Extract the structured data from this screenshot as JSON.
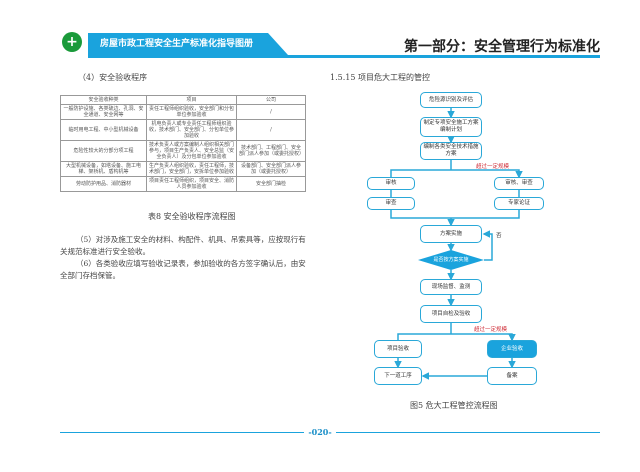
{
  "header": {
    "logo": "+",
    "banner_title": "房屋市政工程安全生产标准化指导图册",
    "part_title": "第一部分：安全管理行为标准化"
  },
  "left": {
    "section_title": "（4）安全验收程序",
    "table": {
      "headers": [
        "安全验收种类",
        "项目",
        "公司"
      ],
      "rows": [
        [
          "一般防护设施、各类硫边、孔洞、安全通道、安全网等",
          "责任工程师组织验收，安全部门和分包单位参加验收",
          "/"
        ],
        [
          "临时用电工程、中小型机械设备",
          "机电负责人或专业责任工程师组织验收，技术部门、安全部门、分包单位参加验收",
          "/"
        ],
        [
          "危险性较大的分部分项工程",
          "技术负责人或方案编制人组织相关部门参与，项目生产负责人、安全总监（安全负责人）及分包单位参加验收",
          "技术部门、工程部门、安全部门派人参加（或委托授权）"
        ],
        [
          "大型机械设备，如塔设备、施工电梯、架桥机、盾构机等",
          "生产负责人组织验收，责任工程师，技术部门，安全部门，安拆单位参加验收",
          "设备部门、安全部门派人参加（或委托授权）"
        ],
        [
          "劳动防护用品、消防器材",
          "项目责任工程师组织，项目安全、消防人员参加验收",
          "安全部门抽检"
        ]
      ]
    },
    "table_caption": "表8 安全验收程序流程图",
    "paragraphs": [
      "（5）对涉及施工安全的材料、构配件、机具、吊索具等，应按现行有关规范标准进行安全验收。",
      "（6）各类验收应填写验收记录表，参加验收的各方签字确认后，由安全部门存档保管。"
    ]
  },
  "right": {
    "section_title": "1.5.15 项目危大工程的管控",
    "flow": {
      "n1": "危险源识别及评估",
      "n2": "制定专项安全施工方案编制计划",
      "n3": "编制各类安全技术措施方案",
      "branch1": "超过一定规模",
      "l1": "审核",
      "l2": "审查",
      "r1": "审核、审查",
      "r2": "专家论证",
      "n4": "方案实施",
      "no": "否",
      "decision": "是否按方案实施",
      "n5": "现场监督、监测",
      "n6": "项目自检及验收",
      "branch2": "超过一定规模",
      "l3": "项目验收",
      "r3": "企业验收",
      "l4": "下一道工序",
      "r4": "备案"
    },
    "figure_caption": "图5 危大工程管控流程图"
  },
  "footer": {
    "page_number": "-020-"
  },
  "colors": {
    "accent": "#1aa3dd",
    "warning_text": "#d0303a"
  }
}
